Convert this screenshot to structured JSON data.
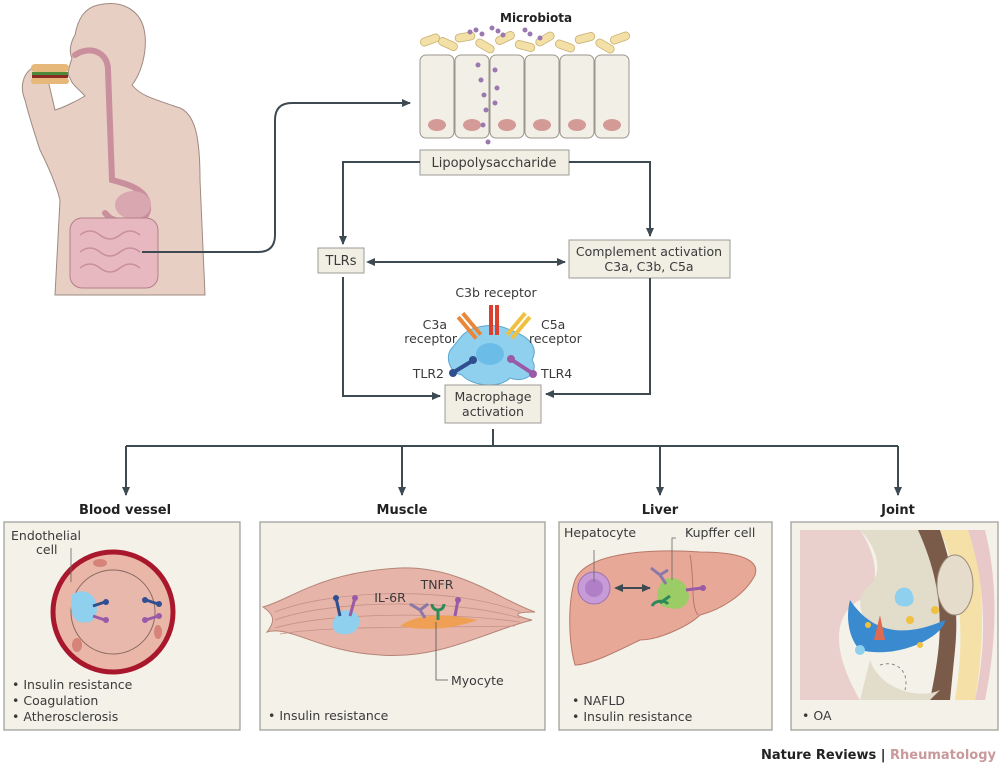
{
  "top": {
    "microbiota_title": "Microbiota",
    "lps_label": "Lipopolysaccharide",
    "tlrs_label": "TLRs",
    "complement_line1": "Complement activation",
    "complement_line2": "C3a, C3b, C5a",
    "macrophage_line1": "Macrophage",
    "macrophage_line2": "activation"
  },
  "receptors": {
    "c3b": "C3b receptor",
    "c3a_line1": "C3a",
    "c3a_line2": "receptor",
    "c5a_line1": "C5a",
    "c5a_line2": "receptor",
    "tlr2": "TLR2",
    "tlr4": "TLR4"
  },
  "panels": [
    {
      "title": "Blood vessel",
      "labels": [
        "Endothelial",
        "cell"
      ],
      "bullets": [
        "Insulin resistance",
        "Coagulation",
        "Atherosclerosis"
      ]
    },
    {
      "title": "Muscle",
      "labels": [
        "IL-6R",
        "TNFR",
        "Myocyte"
      ],
      "bullets": [
        "Insulin resistance"
      ]
    },
    {
      "title": "Liver",
      "labels": [
        "Hepatocyte",
        "Kupffer cell"
      ],
      "bullets": [
        "NAFLD",
        "Insulin resistance"
      ]
    },
    {
      "title": "Joint",
      "labels": [],
      "bullets": [
        "OA"
      ]
    }
  ],
  "footer": {
    "journal": "Nature Reviews",
    "separator": " | ",
    "section": "Rheumatology"
  },
  "colors": {
    "arrow": "#3d4a52",
    "box": "#f1eee4",
    "panel": "#f3f1e8",
    "skin": "#e8cfc4",
    "macrophage": "#8fd0ef",
    "tlr2": "#2f4f8f",
    "tlr4": "#9a5aa8",
    "c3a": "#e8873a",
    "c3b": "#d9402f",
    "c5a": "#f0c040",
    "kupffer": "#9ccc65",
    "footer_section": "#c9999b"
  }
}
